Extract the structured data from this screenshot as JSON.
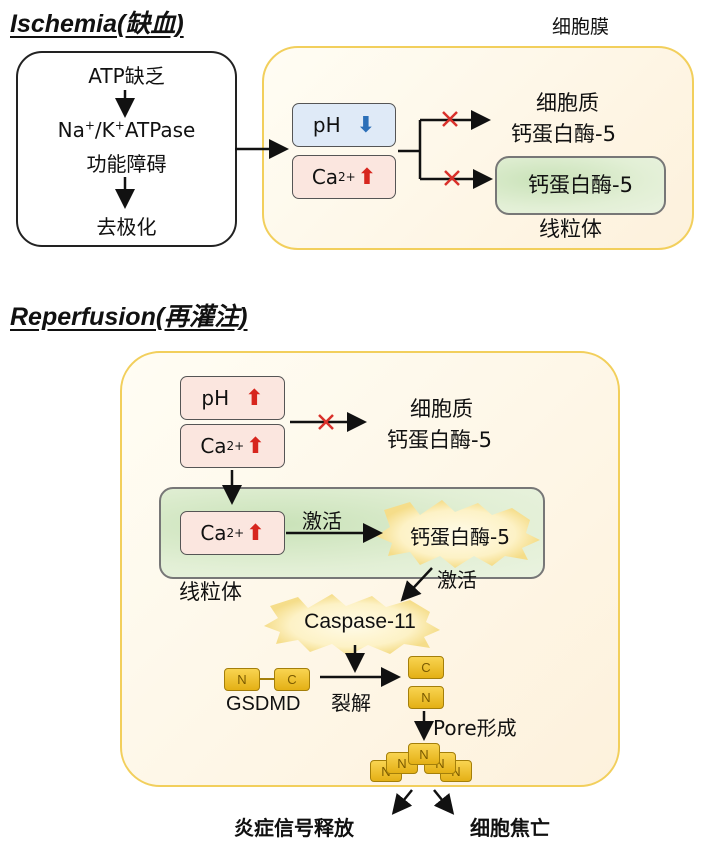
{
  "ischemia": {
    "title": "Ischemia(缺血)",
    "membrane_label": "细胞膜",
    "left_box": {
      "line1": "ATP缺乏",
      "na": "Na",
      "plus": "+",
      "slash_k": "/K",
      "atpase": "ATPase",
      "line3": "功能障碍",
      "line4": "去极化"
    },
    "ph_label": "pH",
    "ca_label": "Ca",
    "ca_sup": "2+",
    "cytosol": "细胞质",
    "calpain": "钙蛋白酶-5",
    "mito_calpain": "钙蛋白酶-5",
    "mito_label": "线粒体"
  },
  "reperfusion": {
    "title": "Reperfusion(再灌注)",
    "ph_label": "pH",
    "ca_label": "Ca",
    "ca_sup": "2+",
    "cytosol": "细胞质",
    "calpain": "钙蛋白酶-5",
    "mito_ca_label": "Ca",
    "activate1": "激活",
    "activated_calpain": "钙蛋白酶-5",
    "activate2": "激活",
    "mito_label": "线粒体",
    "caspase": "Caspase-11",
    "n_label": "N",
    "c_label": "C",
    "gsdmd": "GSDMD",
    "cleave": "裂解",
    "pore": "Pore形成",
    "inflammation": "炎症信号释放",
    "death": "细胞焦亡"
  },
  "colors": {
    "membrane": "#f2cf5c",
    "up_arrow": "#d7261e",
    "down_arrow": "#2b6fb8",
    "block_x": "#d9302a",
    "gsdmd_block": "#f0c232"
  }
}
